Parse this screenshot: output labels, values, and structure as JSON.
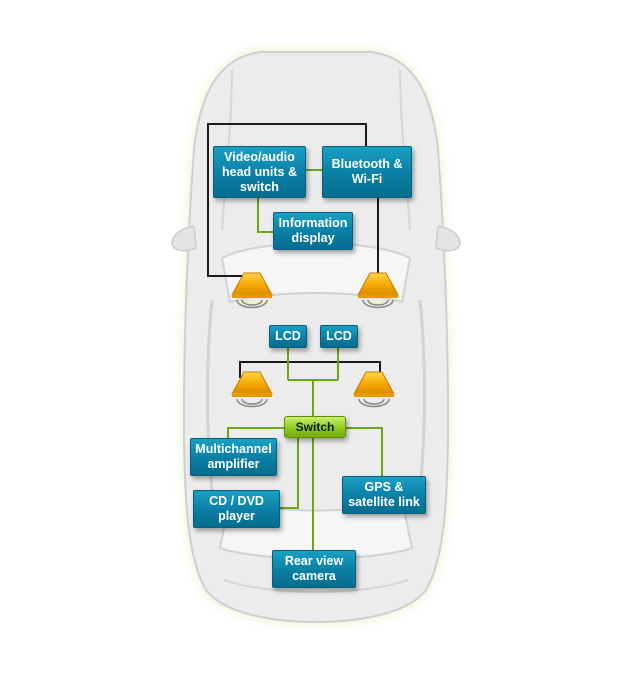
{
  "diagram": {
    "components": {
      "head_unit": "Video/audio\nhead units &\nswitch",
      "bluetooth": "Bluetooth &\nWi-Fi",
      "info_display": "Information\ndisplay",
      "lcd_left": "LCD",
      "lcd_right": "LCD",
      "switch": "Switch",
      "amplifier": "Multichannel\namplifier",
      "cd_dvd": "CD / DVD\nplayer",
      "gps": "GPS &\nsatellite link",
      "rear_camera": "Rear view\ncamera"
    },
    "colors": {
      "component_box": "#0a7ea3",
      "switch_box": "#8cc61c",
      "audio_wiring": "#1a1a1a",
      "network_wiring": "#6aa51a",
      "speaker": "#f5a800",
      "car_body": "#e6e6e6"
    },
    "icons": [
      "speaker-icon"
    ]
  }
}
